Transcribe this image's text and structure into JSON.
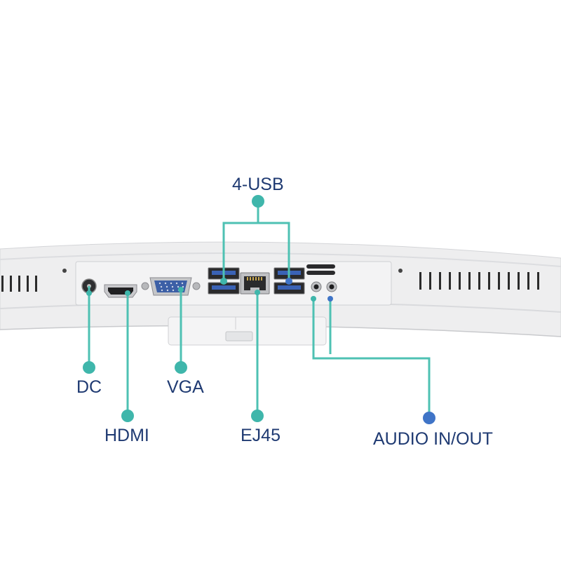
{
  "labels": {
    "usb": "4-USB",
    "dc": "DC",
    "vga": "VGA",
    "hdmi": "HDMI",
    "ethernet": "EJ45",
    "audio": "AUDIO IN/OUT"
  },
  "colors": {
    "callout_line": "#4ec1b3",
    "dot_teal": "#3fb6ab",
    "dot_blue": "#3f74c7",
    "label_text": "#1f3a72",
    "panel_body": "#eeeeef",
    "panel_edge": "#d4d5d8"
  },
  "icons": [
    "dc-jack-icon",
    "hdmi-port-icon",
    "vga-port-icon",
    "usb-port-icon",
    "ethernet-port-icon",
    "audio-jack-icon"
  ]
}
